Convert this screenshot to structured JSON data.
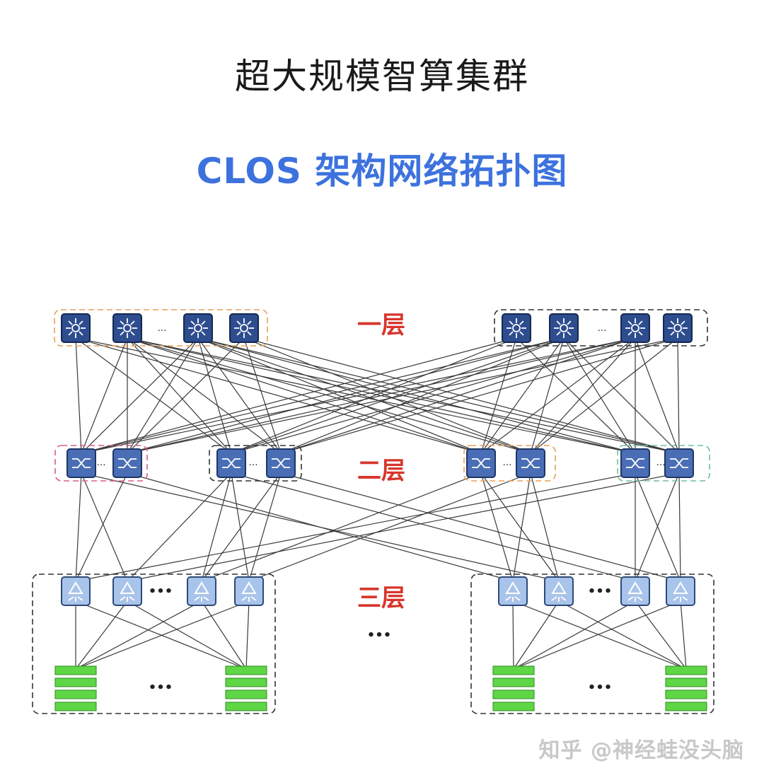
{
  "header": {
    "title": "超大规模智算集群",
    "subtitle": "CLOS 架构网络拓扑图"
  },
  "layers": {
    "layer1": "一层",
    "layer2": "二层",
    "layer3": "三层"
  },
  "ellipsis": "…",
  "middle_ellipsis": "•••",
  "watermark": "知乎 @神经蛙没头脑",
  "colors": {
    "title": "#1a1a1a",
    "subtitle": "#3d72de",
    "layer_label": "#d7352c",
    "core_switch": "#2e4d8f",
    "agg_switch": "#4a6eb5",
    "access_switch": "#a9c4ea",
    "server": "#5ed645",
    "group_orange": "#e8a15a",
    "group_pink": "#d9607f",
    "group_dark": "#333333",
    "group_teal": "#6fbf9f"
  }
}
